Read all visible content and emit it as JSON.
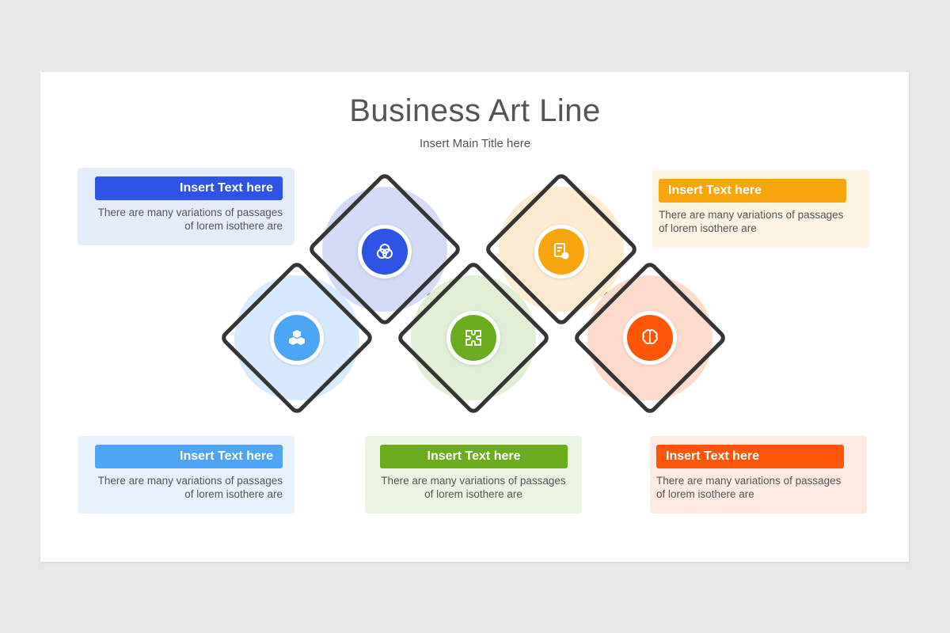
{
  "header": {
    "title": "Business Art Line",
    "subtitle": "Insert Main Title here"
  },
  "colors": {
    "blue_dark": "#2e54e6",
    "blue_light": "#4da6f5",
    "yellow": "#f8a50e",
    "green": "#6aae1f",
    "orange": "#fd5607",
    "outline": "#353535"
  },
  "cards": [
    {
      "id": "top-left",
      "heading": "Insert Text here",
      "line1": "There are many variations of passages",
      "line2": "of lorem isothere are",
      "color": "#2e54e6",
      "bg": "#e6edfa"
    },
    {
      "id": "top-right",
      "heading": "Insert Text here",
      "line1": "There are many variations of passages",
      "line2": "of lorem isothere are",
      "color": "#f8a50e",
      "bg": "#fdf4e4"
    },
    {
      "id": "bottom-left",
      "heading": "Insert Text here",
      "line1": "There are many variations of passages",
      "line2": "of lorem isothere are",
      "color": "#4da6f5",
      "bg": "#e7f2fd"
    },
    {
      "id": "bottom-center",
      "heading": "Insert Text here",
      "line1": "There are many variations of passages",
      "line2": "of lorem isothere are",
      "color": "#6aae1f",
      "bg": "#ebf4e3"
    },
    {
      "id": "bottom-right",
      "heading": "Insert Text here",
      "line1": "There are many variations of passages",
      "line2": "of lorem isothere are",
      "color": "#fd5607",
      "bg": "#fdebe3"
    }
  ],
  "diamonds": [
    {
      "id": "diamond-1",
      "icon": "cubes-icon",
      "color": "#4da6f5",
      "fill": "#d8eafd"
    },
    {
      "id": "diamond-2",
      "icon": "venn-icon",
      "color": "#2e54e6",
      "fill": "#d3dbf7"
    },
    {
      "id": "diamond-3",
      "icon": "puzzle-icon",
      "color": "#6aae1f",
      "fill": "#e1efd6"
    },
    {
      "id": "diamond-4",
      "icon": "document-gear-icon",
      "color": "#f8a50e",
      "fill": "#fdecd0"
    },
    {
      "id": "diamond-5",
      "icon": "brain-icon",
      "color": "#fd5607",
      "fill": "#fddccd"
    }
  ]
}
